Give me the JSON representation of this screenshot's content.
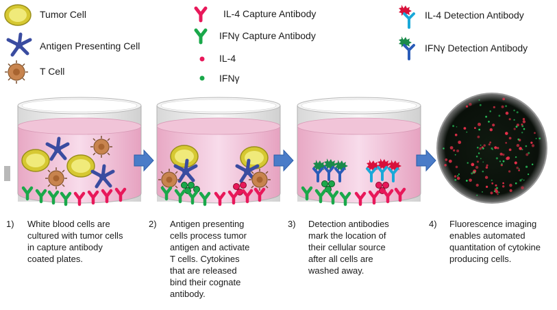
{
  "legend": {
    "items": [
      {
        "id": "tumor-cell",
        "label": "Tumor Cell",
        "icon": "tumor-cell-icon"
      },
      {
        "id": "apc",
        "label": "Antigen Presenting Cell",
        "icon": "antigen-presenting-cell-icon"
      },
      {
        "id": "t-cell",
        "label": "T Cell",
        "icon": "t-cell-icon"
      },
      {
        "id": "il4-capture",
        "label": "IL-4 Capture Antibody",
        "icon": "il4-capture-antibody-icon",
        "color": "#e8185a"
      },
      {
        "id": "ifng-capture",
        "label": "IFNγ Capture Antibody",
        "icon": "ifng-capture-antibody-icon",
        "color": "#1aa84a"
      },
      {
        "id": "il4",
        "label": "IL-4",
        "icon": "il4-dot-icon",
        "color": "#e8185a"
      },
      {
        "id": "ifng",
        "label": "IFNγ",
        "icon": "ifng-dot-icon",
        "color": "#1aa84a"
      },
      {
        "id": "il4-detection",
        "label": "IL-4 Detection Antibody",
        "icon": "il4-detection-antibody-icon"
      },
      {
        "id": "ifng-detection",
        "label": "IFNγ Detection Antibody",
        "icon": "ifng-detection-antibody-icon"
      }
    ]
  },
  "steps": [
    {
      "number": "1)",
      "lines": [
        "White blood cells are",
        "cultured with tumor cells",
        "in capture antibody",
        "coated plates."
      ]
    },
    {
      "number": "2)",
      "lines": [
        "Antigen presenting",
        "cells process tumor",
        "antigen and activate",
        "T cells. Cytokines",
        "that are released",
        "bind their cognate",
        "antibody."
      ]
    },
    {
      "number": "3)",
      "lines": [
        "Detection antibodies",
        "mark the location of",
        "their cellular source",
        "after all cells are",
        "washed away."
      ]
    },
    {
      "number": "4)",
      "lines": [
        "Fluorescence imaging",
        "enables automated",
        "quantitation of cytokine",
        "producing cells."
      ]
    }
  ],
  "colors": {
    "il4": "#e8185a",
    "ifng": "#1aa84a",
    "arrow": "#4a7cc8",
    "medium": "#f2c8da",
    "tumor": "#e6dc5a",
    "tcell": "#cc8a5a",
    "apc": "#4a5cb0",
    "detection_il4": "#1aa8d8",
    "detection_ifng": "#2a5cb8"
  }
}
